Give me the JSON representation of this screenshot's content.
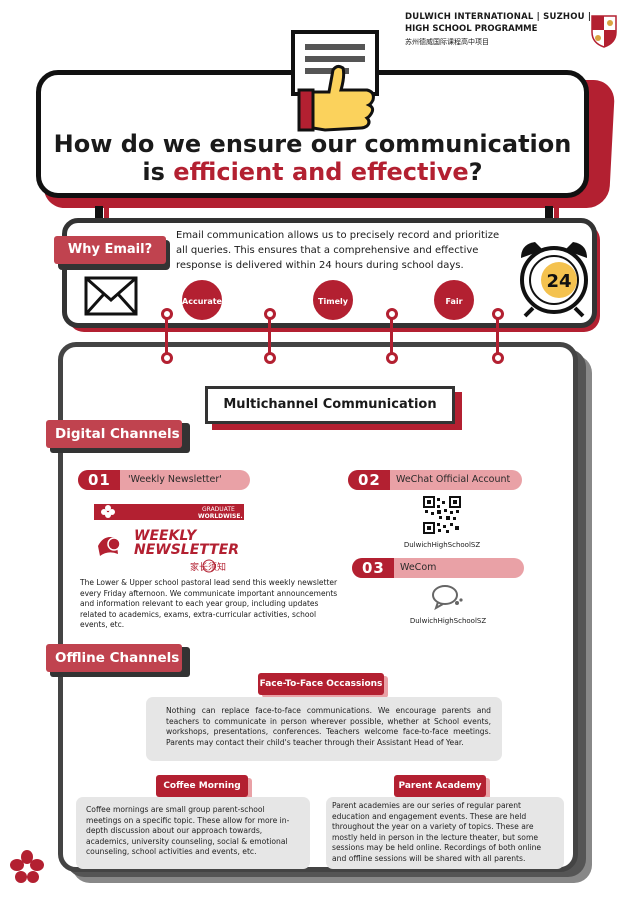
{
  "brand": {
    "line1": "DULWICH INTERNATIONAL | SUZHOU |",
    "line2": "HIGH SCHOOL PROGRAMME",
    "line3": "苏州德威国际课程高中项目"
  },
  "title": {
    "line1": "How do we ensure our communication",
    "line2_prefix": "is ",
    "line2_highlight": "efficient and effective",
    "line2_suffix": "?"
  },
  "why_email": {
    "tag": "Why Email?",
    "text": "Email communication allows us to precisely record and prioritize all queries. This ensures that a comprehensive and effective response is delivered within 24 hours during school days.",
    "pills": [
      "Accurate",
      "Timely",
      "Fair"
    ],
    "clock_number": "24"
  },
  "board": {
    "title": "Multichannel Communication"
  },
  "digital": {
    "tag": "Digital Channels",
    "items": [
      {
        "num": "01",
        "label": "'Weekly Newsletter'"
      },
      {
        "num": "02",
        "label": "WeChat Official Account"
      },
      {
        "num": "03",
        "label": "WeCom"
      }
    ],
    "newsletter_logo": {
      "graduate": "GRADUATE",
      "worldwise": "WORLDWISE.",
      "weekly": "WEEKLY",
      "newsletter": "NEWSLETTER",
      "cn": "家长须知"
    },
    "newsletter_text": "The Lower & Upper school pastoral lead send this weekly newsletter every Friday afternoon. We communicate important announcements and information relevant to each year group, including updates related to academics, exams, extra-curricular activities, school events, etc.",
    "wechat_handle": "DulwichHighSchoolSZ",
    "wecom_handle": "DulwichHighSchoolSZ"
  },
  "offline": {
    "tag": "Offline Channels",
    "face": {
      "title": "Face-To-Face Occassions",
      "text": "Nothing can replace face-to-face communications. We encourage parents and teachers to communicate in person wherever possible, whether at School events, workshops, presentations, conferences. Teachers welcome face-to-face meetings. Parents may contact their child's teacher through their Assistant Head of Year."
    },
    "coffee": {
      "title": "Coffee Morning",
      "text": "Coffee mornings are small group parent-school meetings on a specific topic. These allow for more in-depth discussion about our approach towards, academics, university counseling, social & emotional counseling, school activities and events, etc."
    },
    "academy": {
      "title": "Parent Academy",
      "text": "Parent academies are our series of regular parent education and engagement events. These are held throughout the year on a variety of topics. These are mostly held in person in the lecture theater, but some sessions may be held online. Recordings of both online and offline sessions will be shared with all parents."
    }
  },
  "colors": {
    "brand_red": "#b32031",
    "pink": "#e9a1a6",
    "tag_red": "#c0434f",
    "dark": "#333333",
    "grey_box": "#e6e6e6"
  }
}
